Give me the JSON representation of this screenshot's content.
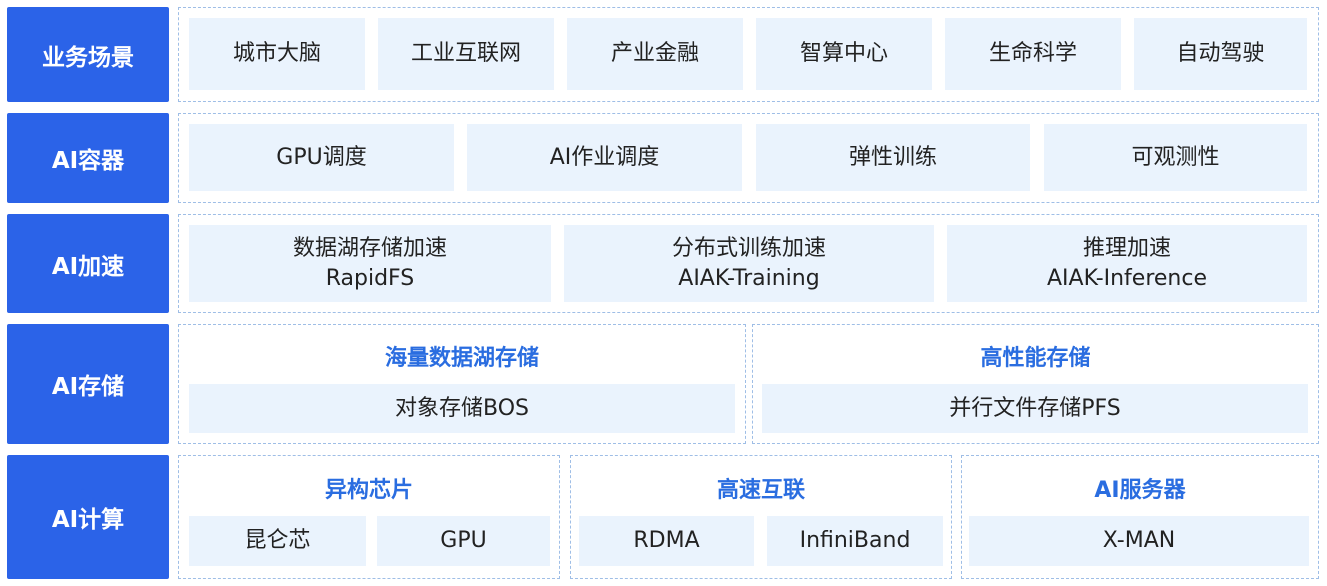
{
  "colors": {
    "label_bg": "#2b63e8",
    "cell_bg": "#eaf3fd",
    "border": "#9fbee6",
    "group_title": "#2a6de0"
  },
  "rows": {
    "scene": {
      "label": "业务场景",
      "items": [
        "城市大脑",
        "工业互联网",
        "产业金融",
        "智算中心",
        "生命科学",
        "自动驾驶"
      ]
    },
    "container": {
      "label": "AI容器",
      "items": [
        "GPU调度",
        "AI作业调度",
        "弹性训练",
        "可观测性"
      ]
    },
    "accel": {
      "label": "AI加速",
      "items": [
        {
          "line1": "数据湖存储加速",
          "line2": "RapidFS"
        },
        {
          "line1": "分布式训练加速",
          "line2": "AIAK-Training"
        },
        {
          "line1": "推理加速",
          "line2": "AIAK-Inference"
        }
      ]
    },
    "storage": {
      "label": "AI存储",
      "groups": [
        {
          "title": "海量数据湖存储",
          "items": [
            "对象存储BOS"
          ]
        },
        {
          "title": "高性能存储",
          "items": [
            "并行文件存储PFS"
          ]
        }
      ]
    },
    "compute": {
      "label": "AI计算",
      "groups": [
        {
          "title": "异构芯片",
          "items": [
            "昆仑芯",
            "GPU"
          ]
        },
        {
          "title": "高速互联",
          "items": [
            "RDMA",
            "InfiniBand"
          ]
        },
        {
          "title": "AI服务器",
          "items": [
            "X-MAN"
          ]
        }
      ]
    }
  }
}
